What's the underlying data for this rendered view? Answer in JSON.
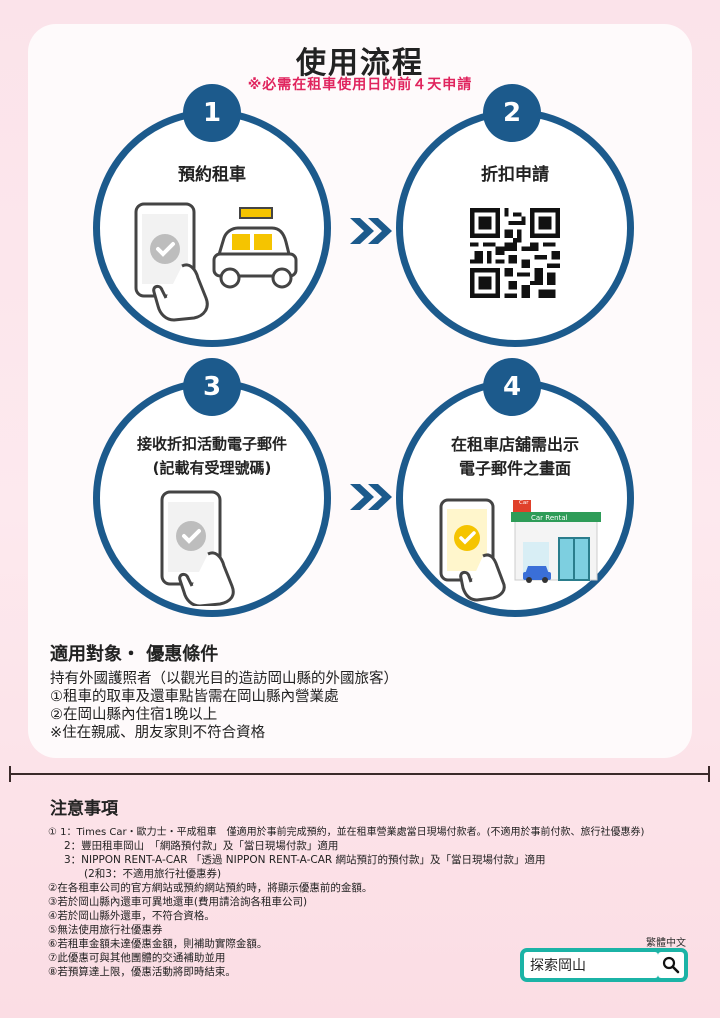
{
  "header": {
    "title": "使用流程",
    "subtitle": "※必需在租車使用日的前４天申請"
  },
  "steps": [
    {
      "number": "1",
      "label": "預約租車",
      "icon": "phone-and-car-icon"
    },
    {
      "number": "2",
      "label": "折扣申請",
      "icon": "qr-code-icon"
    },
    {
      "number": "3",
      "label_line1": "接收折扣活動電子郵件",
      "label_line2": "(記載有受理號碼)",
      "icon": "phone-check-icon"
    },
    {
      "number": "4",
      "label_line1": "在租車店舖需出示",
      "label_line2": "電子郵件之畫面",
      "icon": "phone-and-rental-store-icon"
    }
  ],
  "store_sign": "Car Rental",
  "store_sign_short": "Car",
  "eligibility": {
    "heading": "適用對象・ 優惠條件",
    "lines": [
      "持有外國護照者（以觀光目的造訪岡山縣的外國旅客）",
      "①租車的取車及還車點皆需在岡山縣內營業處",
      "②在岡山縣內住宿1晚以上",
      "※住在親戚、朋友家則不符合資格"
    ]
  },
  "notes": {
    "heading": "注意事項",
    "lines": [
      "① 1：Times Car・歐力士・平成租車　僅適用於事前完成預約，並在租車營業處當日現場付款者。(不適用於事前付款、旅行社優惠券)",
      "2：豐田租車岡山　「網路預付款」及「當日現場付款」適用",
      "3：NIPPON RENT-A-CAR 「透過 NIPPON RENT-A-CAR 網站預訂的預付款」及「當日現場付款」適用",
      "(2和3：不適用旅行社優惠券)",
      "②在各租車公司的官方網站或預約網站預約時，將顯示優惠前的金額。",
      "③若於岡山縣內還車可異地還車(費用請洽詢各租車公司)",
      "④若於岡山縣外還車，不符合資格。",
      "⑤無法使用旅行社優惠券",
      "⑥若租車金額未達優惠金額，則補助實際金額。",
      "⑦此優惠可與其他團體的交通補助並用",
      "⑧若預算達上限，優惠活動將即時結束。"
    ]
  },
  "search": {
    "language_label": "繁體中文",
    "value": "探索岡山",
    "icon": "search-icon"
  },
  "colors": {
    "accent_blue": "#1c5a8c",
    "warning_pink": "#e0245e",
    "teal": "#1bb3a6",
    "check_yellow": "#f5c400"
  }
}
